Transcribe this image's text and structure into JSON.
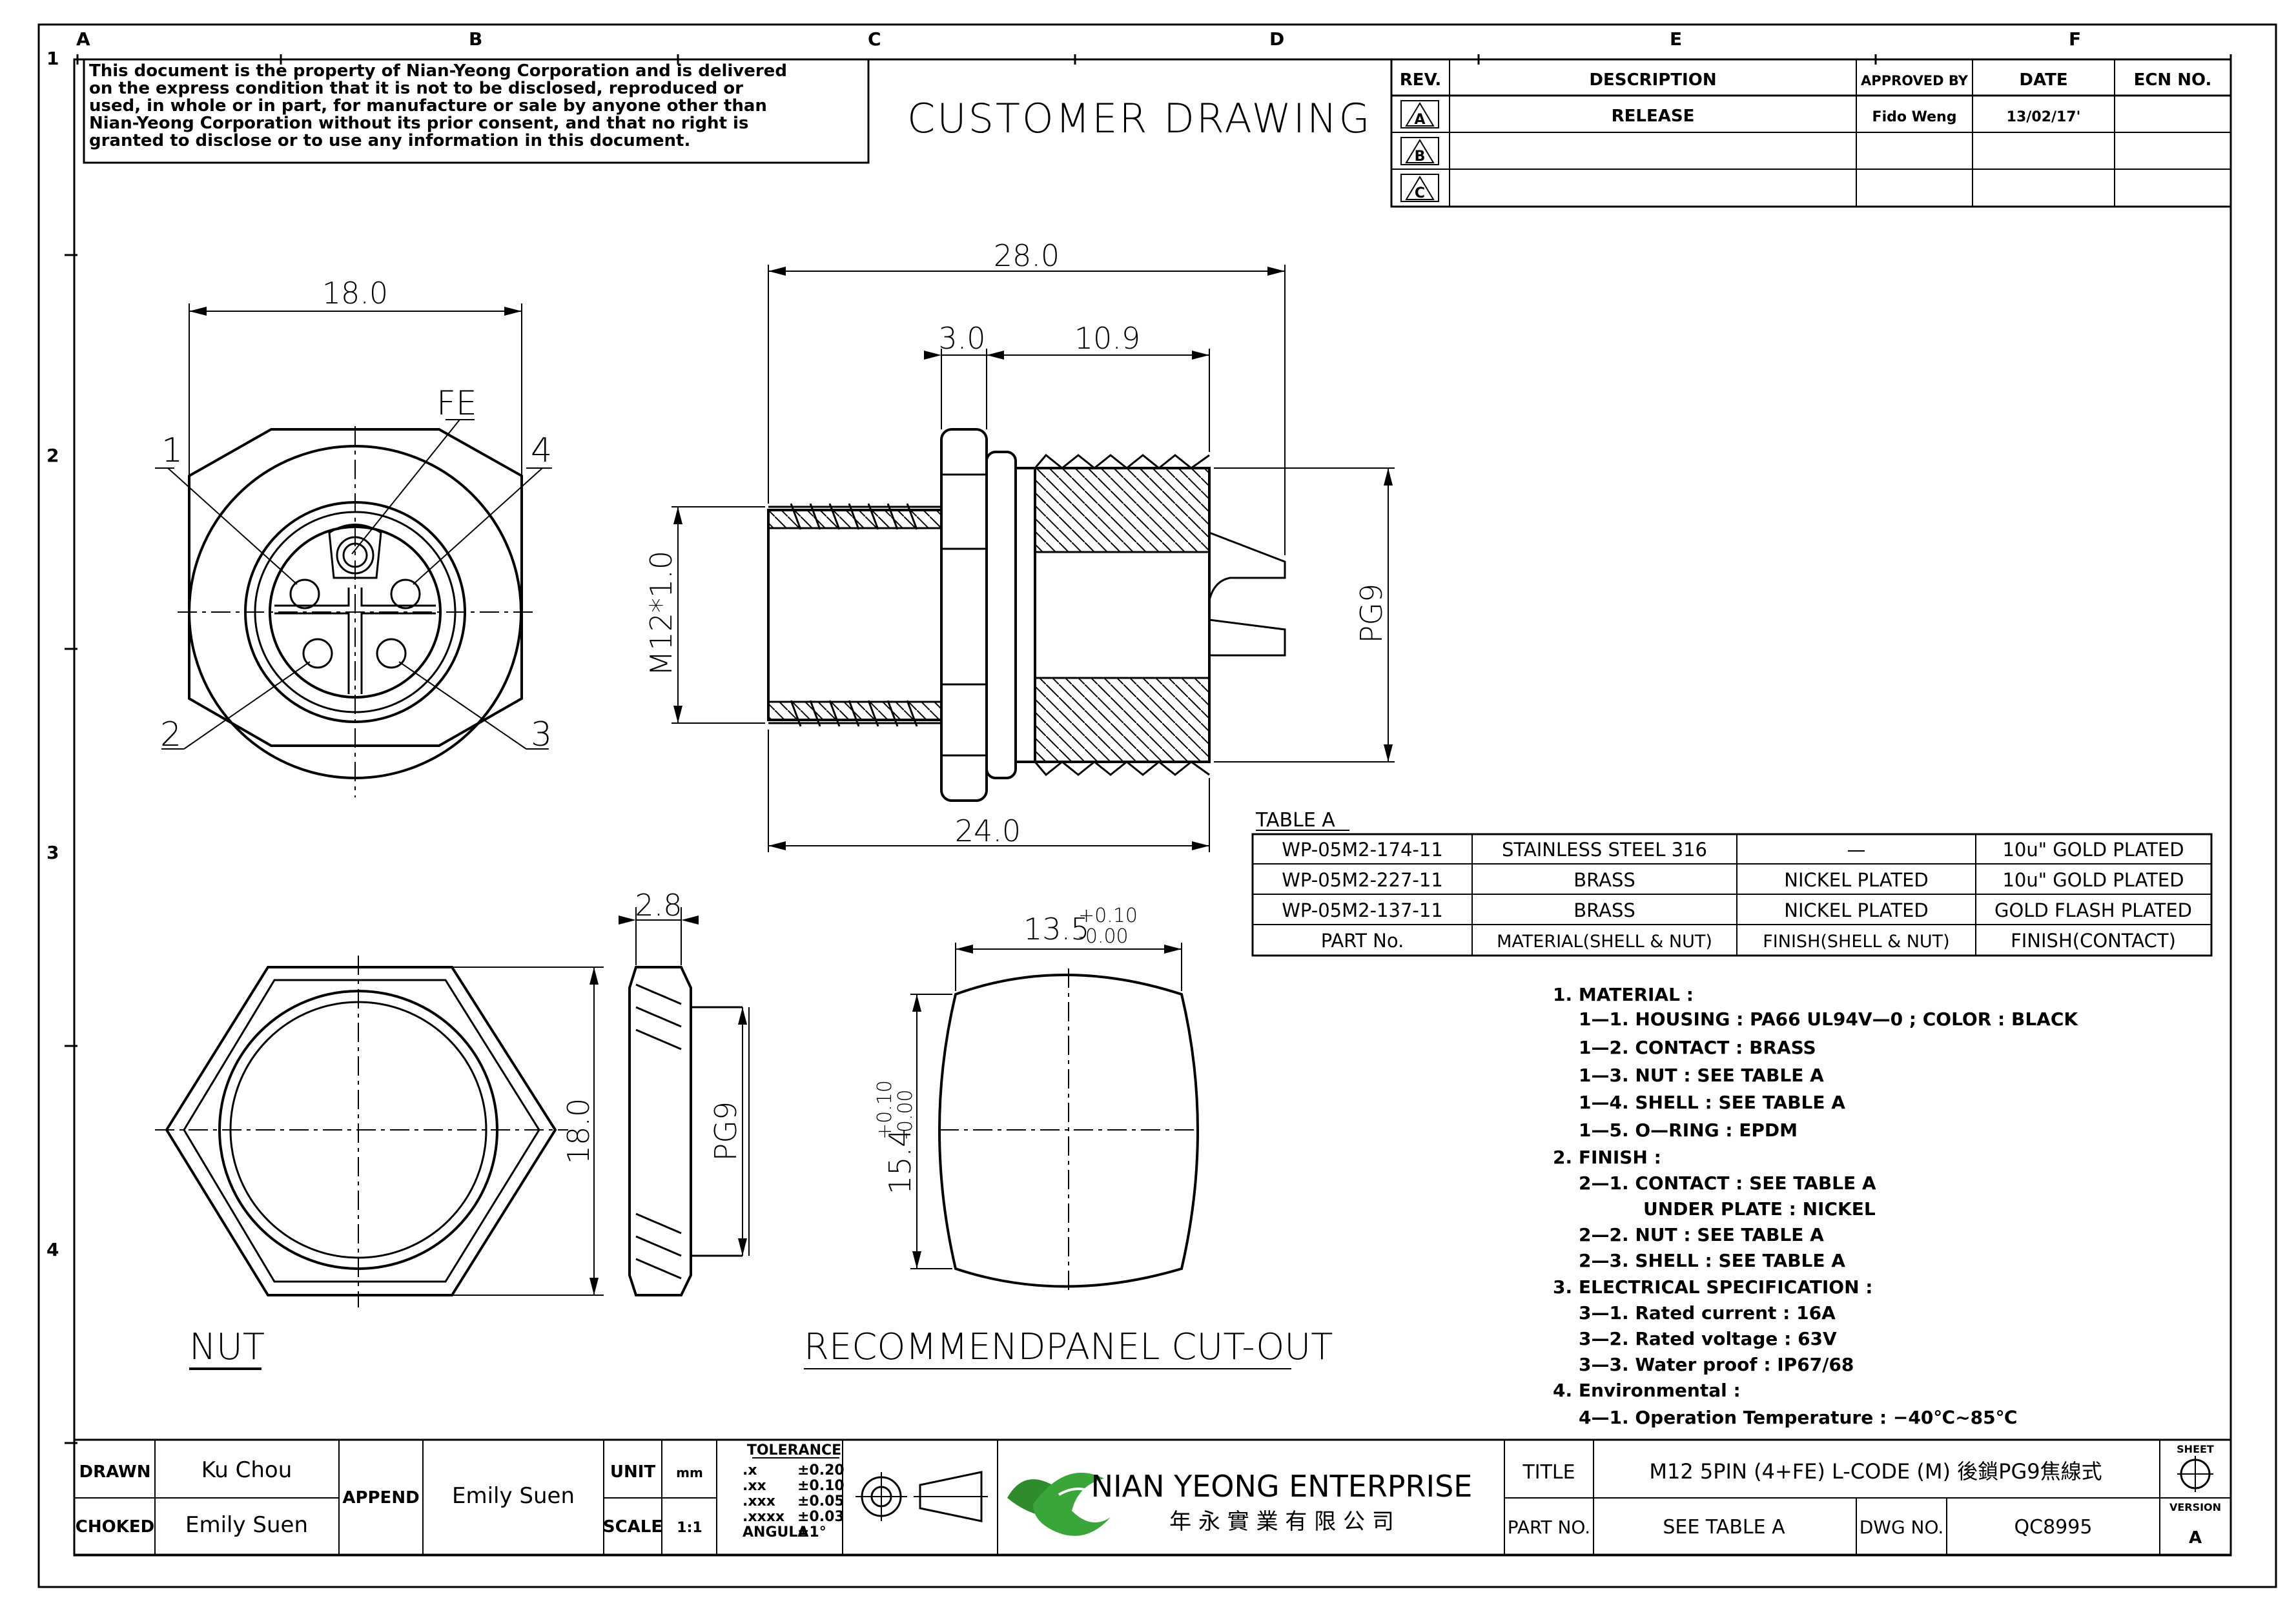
{
  "grid": {
    "cols": [
      "A",
      "B",
      "C",
      "D",
      "E",
      "F"
    ],
    "rows": [
      "1",
      "2",
      "3",
      "4"
    ]
  },
  "notice": [
    "This document is the property of Nian-Yeong Corporation and is delivered",
    "on  the  express condition that it is not to be disclosed, reproduced or",
    "used, in whole or in part, for manufacture or sale by anyone other than",
    "Nian-Yeong Corporation without  its prior consent, and that  no right  is",
    "granted to disclose or to use any information in this  document."
  ],
  "doc_title": "CUSTOMER  DRAWING",
  "revision": {
    "headers": [
      "REV.",
      "DESCRIPTION",
      "APPROVED BY",
      "DATE",
      "ECN NO."
    ],
    "rows": [
      {
        "rev": "A",
        "description": "RELEASE",
        "approved": "Fido Weng",
        "date": "13/02/17'",
        "ecn": ""
      },
      {
        "rev": "B",
        "description": "",
        "approved": "",
        "date": "",
        "ecn": ""
      },
      {
        "rev": "C",
        "description": "",
        "approved": "",
        "date": "",
        "ecn": ""
      }
    ]
  },
  "front_view": {
    "width_dim": "18.0",
    "fe_label": "FE",
    "pin_labels": [
      "1",
      "2",
      "3",
      "4"
    ]
  },
  "side_view": {
    "overall": "28.0",
    "flange": "3.0",
    "rear": "10.9",
    "bottom": "24.0",
    "thread": "M12*1.0",
    "rear_thread": "PG9"
  },
  "nut_view": {
    "height": "18.0",
    "thickness": "2.8",
    "thread": "PG9",
    "label": "NUT"
  },
  "cutout_view": {
    "width": "13.5",
    "width_tol_plus": "+0.10",
    "width_tol_minus": "-0.00",
    "height": "15.4",
    "height_tol_plus": "+0.10",
    "height_tol_minus": "-0.00",
    "label": "RECOMMENDPANEL  CUT-OUT"
  },
  "table_a": {
    "caption": "TABLE  A",
    "rows": [
      [
        "WP-05M2-174-11",
        "STAINLESS  STEEL  316",
        "—",
        "10u\"  GOLD  PLATED"
      ],
      [
        "WP-05M2-227-11",
        "BRASS",
        "NICKEL  PLATED",
        "10u\"  GOLD  PLATED"
      ],
      [
        "WP-05M2-137-11",
        "BRASS",
        "NICKEL  PLATED",
        "GOLD  FLASH  PLATED"
      ]
    ],
    "header": [
      "PART  No.",
      "MATERIAL(SHELL  &  NUT)",
      "FINISH(SHELL  &  NUT)",
      "FINISH(CONTACT)"
    ]
  },
  "notes": [
    {
      "indent": 0,
      "text": "1.  MATERIAL  :"
    },
    {
      "indent": 1,
      "text": "1—1.  HOUSING  :  PA66  UL94V—0  ;  COLOR  :  BLACK"
    },
    {
      "indent": 1,
      "text": "1—2.  CONTACT  :  BRASS"
    },
    {
      "indent": 1,
      "text": "1—3.  NUT  :  SEE  TABLE  A"
    },
    {
      "indent": 1,
      "text": "1—4.  SHELL  :  SEE  TABLE  A"
    },
    {
      "indent": 1,
      "text": "1—5.  O—RING  :  EPDM"
    },
    {
      "indent": 0,
      "text": "2.  FINISH  :"
    },
    {
      "indent": 2,
      "text": "2—1.  CONTACT  :  SEE  TABLE  A"
    },
    {
      "indent": 3,
      "text": "UNDER  PLATE  :  NICKEL"
    },
    {
      "indent": 2,
      "text": "2—2.  NUT  :  SEE  TABLE  A"
    },
    {
      "indent": 2,
      "text": "2—3.  SHELL  :  SEE  TABLE  A"
    },
    {
      "indent": 0,
      "text": "3.  ELECTRICAL  SPECIFICATION  :"
    },
    {
      "indent": 2,
      "text": "3—1.  Rated  current  :  16A"
    },
    {
      "indent": 2,
      "text": "3—2.  Rated  voltage  :  63V"
    },
    {
      "indent": 2,
      "text": "3—3.  Water  proof  :  IP67/68"
    },
    {
      "indent": 0,
      "text": "4.  Environmental  :"
    },
    {
      "indent": 2,
      "text": "4—1.  Operation  Temperature  :  −40℃~85℃"
    }
  ],
  "title_block": {
    "drawn_label": "DRAWN",
    "drawn_by": "Ku Chou",
    "checked_label": "CHOKED",
    "checked_by": "Emily Suen",
    "append_label": "APPEND",
    "append_by": "Emily Suen",
    "unit_label": "UNIT",
    "unit_value": "mm",
    "scale_label": "SCALE",
    "scale_value": "1:1",
    "tolerance_title": "TOLERANCE",
    "tolerances": [
      {
        "k": ".x",
        "v": "±0.20"
      },
      {
        "k": ".xx",
        "v": "±0.10"
      },
      {
        "k": ".xxx",
        "v": "±0.05"
      },
      {
        "k": ".xxxx",
        "v": "±0.03"
      },
      {
        "k": "ANGULA",
        "v": "±1°"
      }
    ],
    "company": "NIAN YEONG ENTERPRISE",
    "company_cn": "年  永  實  業  有  限  公  司",
    "title_label": "TITLE",
    "title_value": "M12  5PIN  (4+FE)  L-CODE  (M)  後鎖PG9焦線式",
    "part_label": "PART  NO.",
    "part_value": "SEE  TABLE  A",
    "dwg_label": "DWG  NO.",
    "dwg_value": "QC8995",
    "sheet_label": "SHEET",
    "version_label": "VERSION",
    "version_value": "A"
  }
}
